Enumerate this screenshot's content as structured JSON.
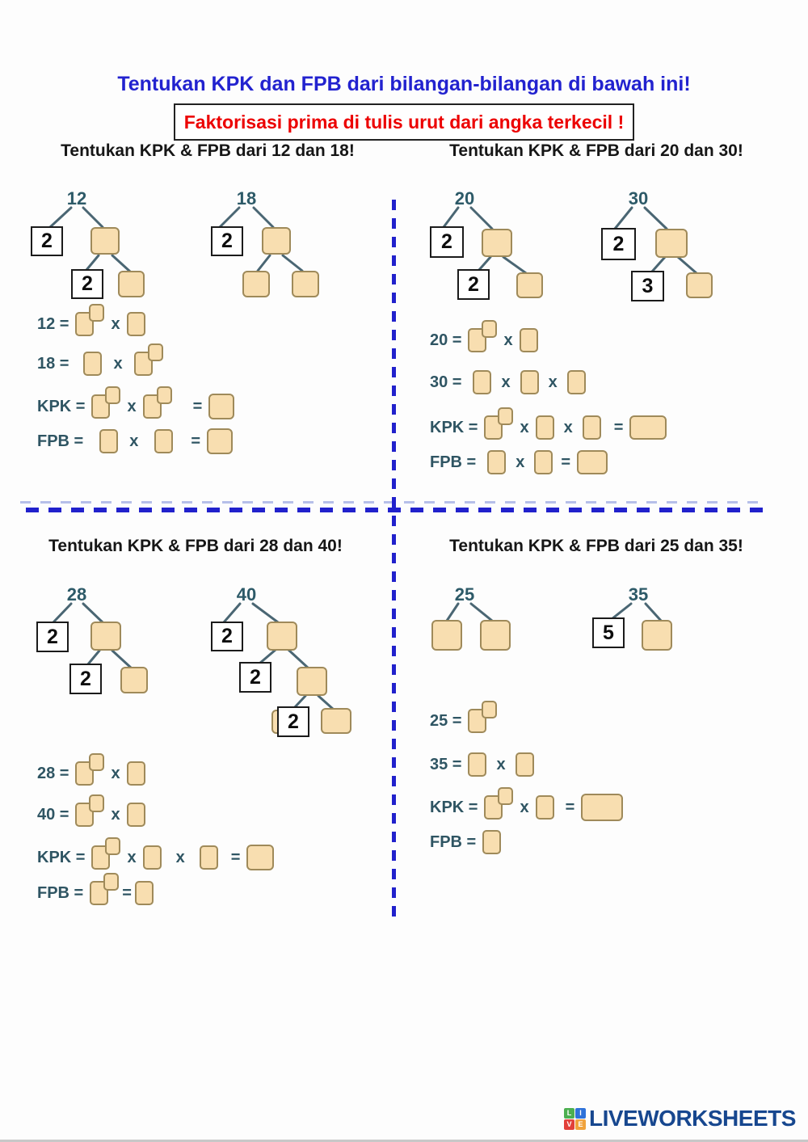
{
  "page": {
    "title": "Tentukan KPK dan FPB dari bilangan-bilangan di bawah ini!",
    "subtitle": "Faktorisasi prima di tulis urut dari angka terkecil !",
    "title_color": "#2222cf",
    "subtitle_color": "#ec0000"
  },
  "ops": {
    "times": "x",
    "equals": "="
  },
  "quadrants": [
    {
      "heading": "Tentukan KPK & FPB dari 12 dan 18!",
      "trees": [
        {
          "root": "12",
          "given": [
            "2",
            "2"
          ]
        },
        {
          "root": "18",
          "given": [
            "2"
          ]
        }
      ],
      "eq": [
        "12 =",
        "18 =",
        "KPK =",
        "FPB ="
      ]
    },
    {
      "heading": "Tentukan KPK & FPB dari 20 dan 30!",
      "trees": [
        {
          "root": "20",
          "given": [
            "2",
            "2"
          ]
        },
        {
          "root": "30",
          "given": [
            "2",
            "3"
          ]
        }
      ],
      "eq": [
        "20 =",
        "30 =",
        "KPK =",
        "FPB ="
      ]
    },
    {
      "heading": "Tentukan KPK & FPB dari 28 dan 40!",
      "trees": [
        {
          "root": "28",
          "given": [
            "2",
            "2"
          ]
        },
        {
          "root": "40",
          "given": [
            "2",
            "2",
            "2"
          ]
        }
      ],
      "eq": [
        "28 =",
        "40 =",
        "KPK =",
        "FPB ="
      ]
    },
    {
      "heading": "Tentukan KPK & FPB dari 25 dan 35!",
      "trees": [
        {
          "root": "25",
          "given": []
        },
        {
          "root": "35",
          "given": [
            "5"
          ]
        }
      ],
      "eq": [
        "25 =",
        "35 =",
        "KPK =",
        "FPB ="
      ]
    }
  ],
  "colors": {
    "answer_box_fill": "#f8deb0",
    "answer_box_border": "#9f8a5a",
    "tree_line": "#4a6673",
    "number_teal": "#2d5a68",
    "divider_blue": "#2121cc",
    "divider_light": "#b6bfe9",
    "logo_navy": "#17478f"
  },
  "footer": {
    "logo_text": "LIVEWORKSHEETS",
    "logo_squares": [
      {
        "letter": "L",
        "color": "#4caf50"
      },
      {
        "letter": "I",
        "color": "#2f72d9"
      },
      {
        "letter": "V",
        "color": "#e2403a"
      },
      {
        "letter": "E",
        "color": "#f0a23c"
      }
    ]
  }
}
